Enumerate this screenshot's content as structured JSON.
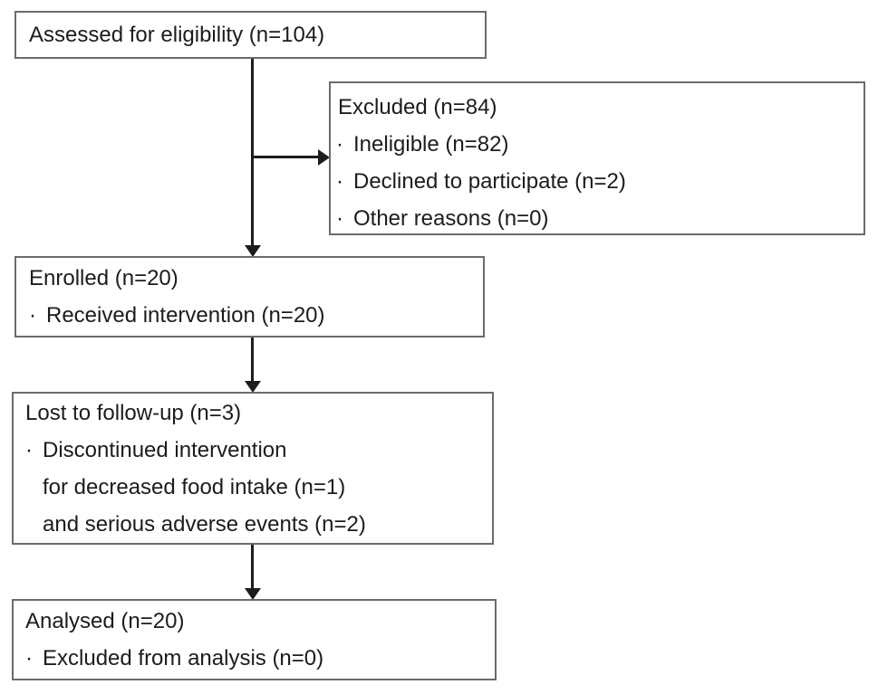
{
  "bullet_char": "·",
  "colors": {
    "background": "#ffffff",
    "box_border": "#6b6b6b",
    "text": "#1c1c1c",
    "arrow": "#1c1c1c"
  },
  "boxes": [
    {
      "id": "assessed",
      "title": "Assessed for eligibility (n=104)",
      "bullets": []
    },
    {
      "id": "excluded",
      "title": "Excluded (n=84)",
      "bullets": [
        [
          "Ineligible (n=82)"
        ],
        [
          "Declined to participate (n=2)"
        ],
        [
          "Other reasons (n=0)"
        ]
      ]
    },
    {
      "id": "enrolled",
      "title": "Enrolled (n=20)",
      "bullets": [
        [
          "Received intervention (n=20)"
        ]
      ]
    },
    {
      "id": "lost",
      "title": "Lost to follow-up (n=3)",
      "bullets": [
        [
          "Discontinued intervention",
          "for decreased food intake (n=1)",
          "and serious adverse events (n=2)"
        ]
      ]
    },
    {
      "id": "analysed",
      "title": "Analysed (n=20)",
      "bullets": [
        [
          "Excluded from analysis (n=0)"
        ]
      ]
    }
  ]
}
